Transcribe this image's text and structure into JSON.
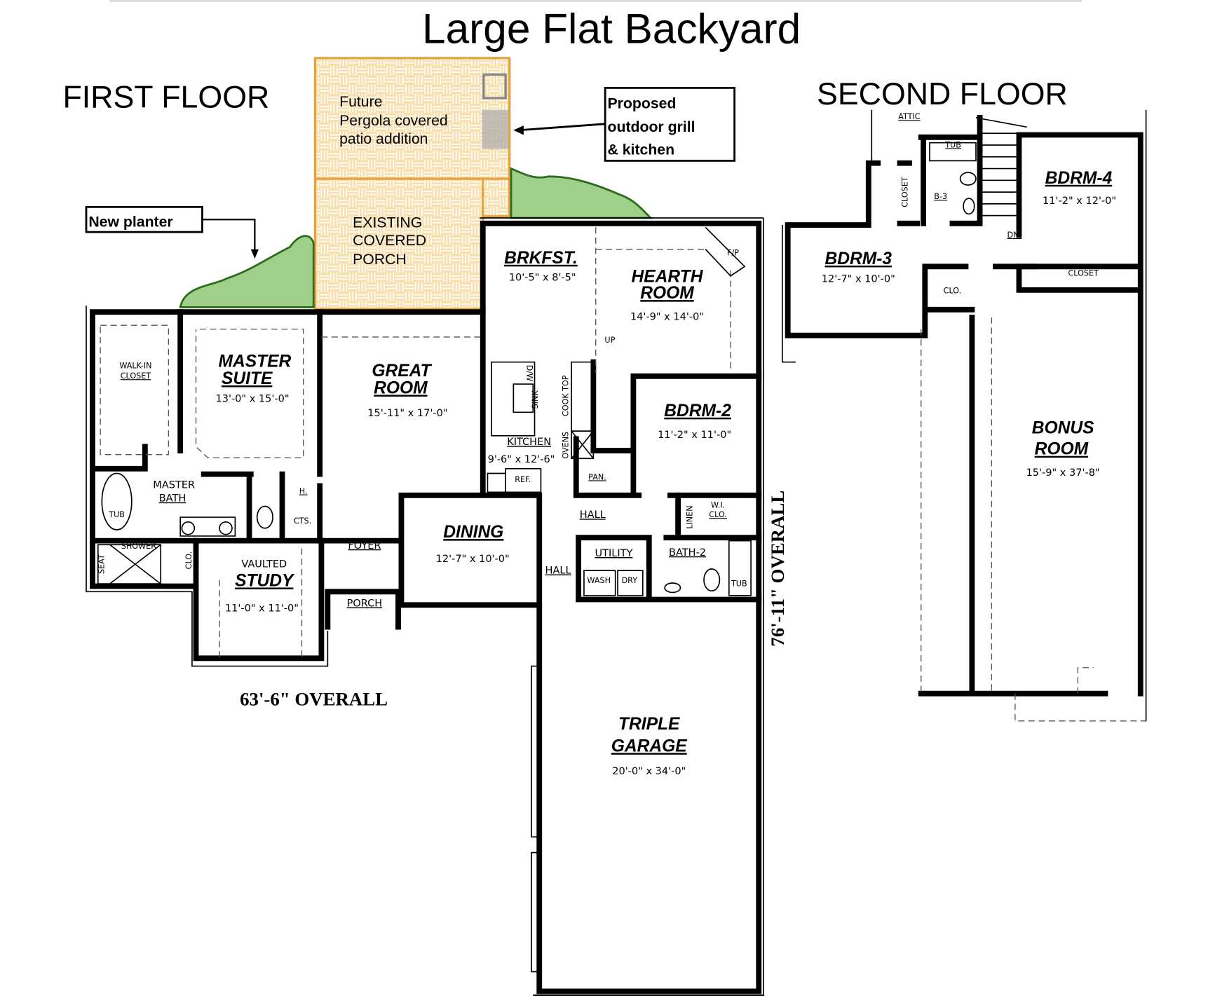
{
  "title": "Large Flat Backyard",
  "colors": {
    "pergola": "#f5d9a0",
    "pergola_border": "#e9a23b",
    "planter": "#9fd08a",
    "planter_outline": "#2f6b1f",
    "wall": "#000000"
  },
  "first_floor": {
    "heading": "FIRST FLOOR",
    "overall_width": "63'-6\"  OVERALL",
    "overall_depth": "76'-11\" OVERALL",
    "rooms": {
      "master_suite": {
        "name1": "MASTER",
        "name2": "SUITE",
        "size": "13'-0\" x 15'-0\""
      },
      "walk_in": {
        "line1": "WALK-IN",
        "line2": "CLOSET"
      },
      "master_bath": {
        "line1": "MASTER",
        "line2": "BATH"
      },
      "tub": "TUB",
      "shower": "SHOWER",
      "seat": "SEAT",
      "clo": "CLO.",
      "h": "H.",
      "cts": "CTS.",
      "study": {
        "line1": "VAULTED",
        "name": "STUDY",
        "size": "11'-0\" x 11'-0\""
      },
      "great_room": {
        "name1": "GREAT",
        "name2": "ROOM",
        "size": "15'-11\" x 17'-0\""
      },
      "brkfst": {
        "name": "BRKFST.",
        "size": "10'-5\" x 8'-5\""
      },
      "hearth_room": {
        "name1": "HEARTH",
        "name2": "ROOM",
        "size": "14'-9\" x 14'-0\"",
        "fp": "F/P"
      },
      "kitchen": {
        "name": "KITCHEN",
        "size": "9'-6\" x 12'-6\"",
        "dw": "D/W",
        "sink": "SINK",
        "cooktop": "COOK TOP",
        "ovens": "OVENS",
        "ref": "REF.",
        "pan": "PAN.",
        "up": "UP"
      },
      "bdrm2": {
        "name": "BDRM-2",
        "size": "11'-2\" x 11'-0\""
      },
      "foyer": "FOYER",
      "porch": "PORCH",
      "dining": {
        "name": "DINING",
        "size": "12'-7\" x 10'-0\""
      },
      "hall1": "HALL",
      "hall2": "HALL",
      "utility": "UTILITY",
      "wash": "WASH",
      "dry": "DRY",
      "bath2": "BATH-2",
      "tub2": "TUB",
      "linen": "LINEN",
      "wi_clo1": "W.I.",
      "wi_clo2": "CLO.",
      "garage": {
        "name1": "TRIPLE",
        "name2": "GARAGE",
        "size": "20'-0\" x 34'-0\""
      }
    }
  },
  "second_floor": {
    "heading": "SECOND FLOOR",
    "attic": "ATTIC",
    "tub": "TUB",
    "closet_v": "CLOSET",
    "b3": "B-3",
    "dn": "DN.",
    "bdrm4": {
      "name": "BDRM-4",
      "size": "11'-2\" x 12'-0\""
    },
    "bdrm3": {
      "name": "BDRM-3",
      "size": "12'-7\" x 10'-0\""
    },
    "clo": "CLO.",
    "closet": "CLOSET",
    "bonus": {
      "name1": "BONUS",
      "name2": "ROOM",
      "size": "15'-9\" x 37'-8\""
    }
  },
  "annotations": {
    "pergola": [
      "Future",
      "Pergola covered",
      "patio addition"
    ],
    "existing_porch": [
      "EXISTING",
      "COVERED",
      "PORCH"
    ],
    "grill": [
      "Proposed",
      "outdoor grill",
      "& kitchen"
    ],
    "planter": "New planter"
  }
}
